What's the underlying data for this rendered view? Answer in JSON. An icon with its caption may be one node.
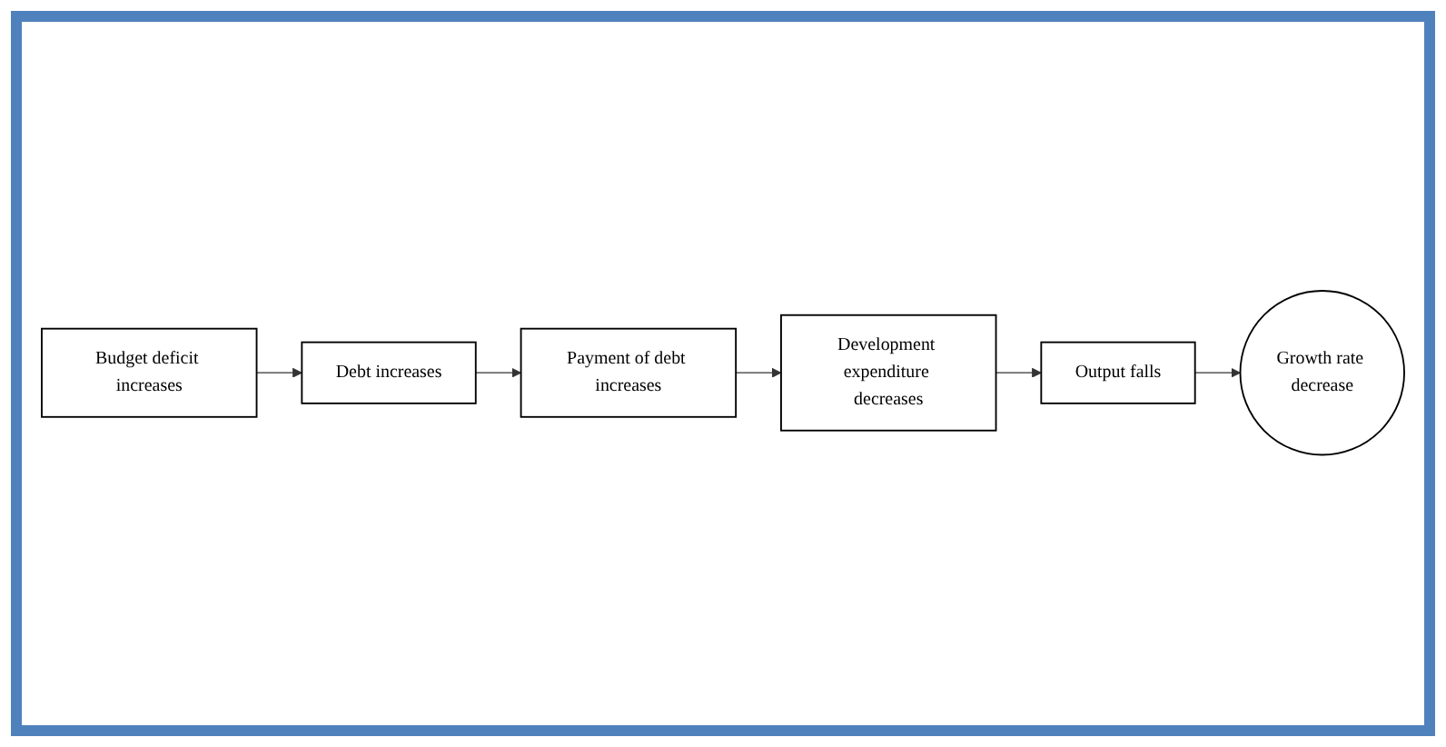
{
  "diagram": {
    "nodes": [
      {
        "text": [
          "Budget deficit increases"
        ]
      },
      {
        "text": [
          "Debt increases"
        ]
      },
      {
        "text": [
          "Payment of debt increases"
        ]
      },
      {
        "text": [
          "Development expenditure decreases"
        ]
      },
      {
        "text": [
          "Output falls"
        ]
      },
      {
        "text": [
          "Growth rate decrease"
        ]
      }
    ],
    "edges": [
      {
        "from": 0,
        "to": 1,
        "arrow": "to"
      },
      {
        "from": 1,
        "to": 2,
        "arrow": "to"
      },
      {
        "from": 2,
        "to": 3,
        "arrow": "to"
      },
      {
        "from": 3,
        "to": 4,
        "arrow": "to"
      },
      {
        "from": 4,
        "to": 5,
        "arrow": "to"
      }
    ]
  }
}
